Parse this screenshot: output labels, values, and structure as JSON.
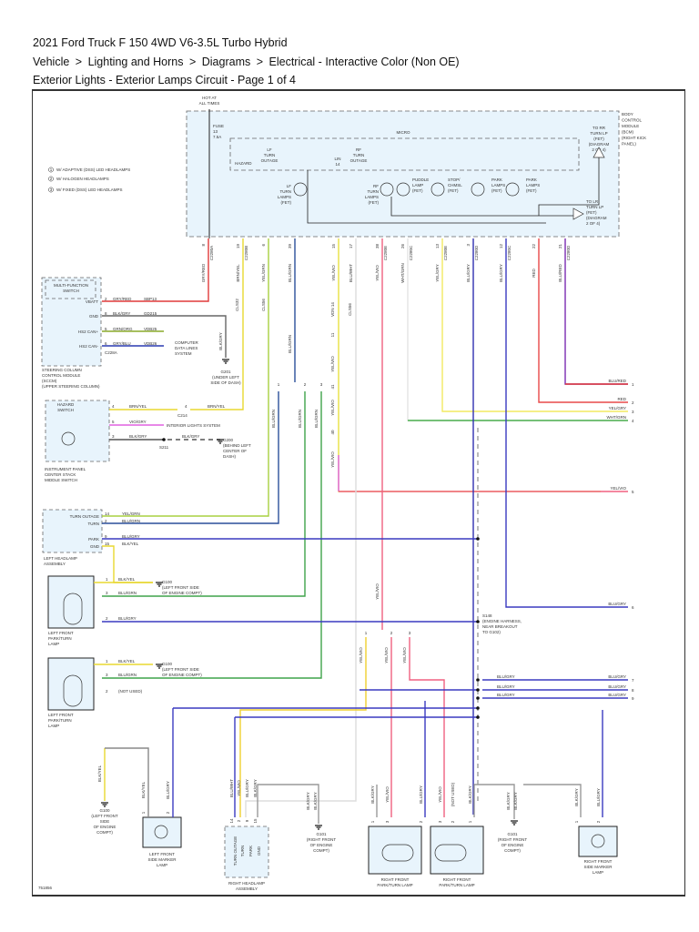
{
  "header": {
    "title": "2021 Ford Truck F 150 4WD V6-3.5L Turbo Hybrid",
    "breadcrumb": [
      "Vehicle",
      "Lighting and Horns",
      "Diagrams",
      "Electrical - Interactive Color (Non OE)"
    ],
    "page_title": "Exterior Lights - Exterior Lamps Circuit - Page 1 of 4"
  },
  "diagram": {
    "power": {
      "hot": "HOT AT",
      "hot2": "ALL TIMES",
      "fuse": "FUSE",
      "fuse_num": "13",
      "fuse_amp": "7.5A"
    },
    "bcm": {
      "label": [
        "BODY",
        "CONTROL",
        "MODULE",
        "(BCM)",
        "(RIGHT KICK",
        "PANEL)"
      ],
      "micro": "MICRO",
      "hazard": "HAZARD",
      "lf_outage": [
        "LF",
        "TURN",
        "OUTAGE"
      ],
      "lin": [
        "LIN",
        "14"
      ],
      "rf_outage": [
        "RF",
        "TURN",
        "OUTAGE"
      ],
      "lf_fet": [
        "LF",
        "TURN",
        "LAMPS",
        "(FET)"
      ],
      "rf_fet": [
        "RF",
        "TURN",
        "LAMPS",
        "(FET)"
      ],
      "puddle": [
        "PUDDLE",
        "LAMP",
        "(FET)"
      ],
      "stop": [
        "STOP/",
        "CHMSL",
        "(FET)"
      ],
      "park1": [
        "PARK",
        "LAMPS",
        "(FET)"
      ],
      "park2": [
        "PARK",
        "LAMPS",
        "(FET)"
      ],
      "to_rr": [
        "TO RR",
        "TURN LP",
        "(FET)",
        "(DIAGRAM",
        "2 OF 4)"
      ],
      "to_lr": [
        "TO LR",
        "TURN LP",
        "(FET)",
        "(DIAGRAM",
        "2 OF 4)"
      ],
      "ref_a": "A",
      "ref_b": "B"
    },
    "legend": [
      {
        "num": "1",
        "text": "W/ ADAPTIVE (DSS) LED HEADLAMPS"
      },
      {
        "num": "2",
        "text": "W/ HALOGEN HEADLAMPS"
      },
      {
        "num": "3",
        "text": "W/ FIXED (DSS) LED HEADLAMPS"
      }
    ],
    "bcm_pins": [
      {
        "pin": "8",
        "conn": "C2280A",
        "wire": "GRY/RED",
        "color": "#e03a3a"
      },
      {
        "pin": "19",
        "conn": "C2280B",
        "wire": "BRN/YEL",
        "color": "#e8d830"
      },
      {
        "pin": "6",
        "conn": "",
        "wire": "YEL/GRN",
        "color": "#a8d040"
      },
      {
        "pin": "39",
        "conn": "",
        "wire": "BLU/GRN",
        "color": "#2a4f9a"
      },
      {
        "pin": "15",
        "conn": "",
        "wire": "YEL/VIO",
        "color": "#f2ea60"
      },
      {
        "pin": "17",
        "conn": "",
        "wire": "BLU/WHT",
        "color": "#dddddd"
      },
      {
        "pin": "38",
        "conn": "C2280E",
        "wire": "YEL/VIO",
        "color": "#f06080"
      },
      {
        "pin": "26",
        "conn": "C2280C",
        "wire": "WHT/GRN",
        "color": "#e4e4e4"
      },
      {
        "pin": "13",
        "conn": "C2280E",
        "wire": "YEL/GRY",
        "color": "#f2ea60"
      },
      {
        "pin": "3",
        "conn": "C2280D",
        "wire": "BLU/GRY",
        "color": "#3030b0"
      },
      {
        "pin": "12",
        "conn": "C2280C",
        "wire": "BLU/GRY",
        "color": "#3a3ac0"
      },
      {
        "pin": "22",
        "conn": "",
        "wire": "RED",
        "color": "#e84848"
      },
      {
        "pin": "21",
        "conn": "C2280D",
        "wire": "BLU/RED",
        "color": "#7a2ab0"
      }
    ],
    "circuits": {
      "cls32": "CLS32",
      "cls56a": "CLS56",
      "vdn14": "VDN 14",
      "cls56b": "CLS56",
      "c11": "11",
      "c41": "41",
      "c40": "40"
    },
    "sccm": {
      "mfs": [
        "MULTI-FUNCTION",
        "SWITCH"
      ],
      "pins": [
        {
          "name": "VBATT",
          "pin": "2",
          "wire": "GRY/RED",
          "circuit": "SBP13"
        },
        {
          "name": "GND",
          "pin": "8",
          "wire": "BLK/GRY",
          "circuit": "GD215"
        },
        {
          "name": "HS2 CAN+",
          "pin": "5",
          "wire": "GRN/ORG",
          "circuit": "VDB25"
        },
        {
          "name": "HS2 CAN-",
          "pin": "6",
          "wire": "GRY/BLU",
          "circuit": "VDB26"
        }
      ],
      "conn": "C228A",
      "label": [
        "STEERING COLUMN",
        "CONTROL MODULE",
        "(SCCM)",
        "(UPPER STEERING COLUMN)"
      ],
      "cdl": [
        "COMPUTER",
        "DATA LINES",
        "SYSTEM"
      ],
      "g201": [
        "G201",
        "(UNDER LEFT",
        "SIDE OF DASH)"
      ],
      "g201_wire": "BLK/GRY"
    },
    "hazard": {
      "title": [
        "HAZARD",
        "SWITCH"
      ],
      "pins": [
        {
          "pin": "4",
          "wire": "BRN/YEL"
        },
        {
          "pin": "5",
          "wire": "VIO/GRY"
        },
        {
          "pin": "3",
          "wire": "BLK/GRY"
        }
      ],
      "c214_pin": "4",
      "c214": "C214",
      "c214_wire": "BRN/YEL",
      "interior": "INTERIOR LIGHTS SYSTEM",
      "s211": "S211",
      "g200_wire": "BLK/GRY",
      "g200": [
        "G200",
        "(BEHIND LEFT",
        "CENTER OF",
        "DASH)"
      ],
      "label": [
        "INSTRUMENT PANEL",
        "CENTER STACK",
        "MIDDLE SWITCH"
      ]
    },
    "left_headlamp": {
      "pins": [
        {
          "name": "TURN OUTAGE",
          "pin": "14",
          "wire": "YEL/GRN"
        },
        {
          "name": "TURN",
          "pin": "2",
          "wire": "BLU/GRN"
        },
        {
          "name": "PARK",
          "pin": "9",
          "wire": "BLU/GRY"
        },
        {
          "name": "GND",
          "pin": "15",
          "wire": "BLK/YEL"
        }
      ],
      "label": [
        "LEFT HEADLAMP",
        "ASSEMBLY"
      ]
    },
    "lf_lamp1": {
      "pins": [
        {
          "pin": "1",
          "wire": "BLK/YEL"
        },
        {
          "pin": "3",
          "wire": "BLU/GRN"
        },
        {
          "pin": "2",
          "wire": "BLU/GRY"
        }
      ],
      "g100": [
        "G100",
        "(LEFT FRONT SIDE",
        "OF ENGINE COMPT)"
      ],
      "label": [
        "LEFT FRONT",
        "PARK/TURN",
        "LAMP"
      ]
    },
    "lf_lamp2": {
      "pins": [
        {
          "pin": "1",
          "wire": "BLK/YEL"
        },
        {
          "pin": "3",
          "wire": "BLU/GRN"
        },
        {
          "pin": "2",
          "wire": "(NOT USED)"
        }
      ],
      "g100": [
        "G100",
        "(LEFT FRONT SIDE",
        "OF ENGINE COMPT)"
      ],
      "label": [
        "LEFT FRONT",
        "PARK/TURN",
        "LAMP"
      ]
    },
    "blugrn": "BLU/GRN",
    "yelvio": "YEL/VIO",
    "s148": [
      "S148",
      "(ENGINE HARNESS,",
      "NEAR BREAKOUT",
      "TO G102)"
    ],
    "right_edge": [
      {
        "num": "1",
        "wire": "BLU/RED"
      },
      {
        "num": "2",
        "wire": "RED"
      },
      {
        "num": "3",
        "wire": "YEL/GRY"
      },
      {
        "num": "4",
        "wire": "WHT/GRN"
      },
      {
        "num": "5",
        "wire": "YEL/VIO"
      },
      {
        "num": "6",
        "wire": "BLU/GRY"
      },
      {
        "num": "7",
        "wire": "BLU/GRY"
      },
      {
        "num": "8",
        "wire": "BLU/GRY"
      },
      {
        "num": "9",
        "wire": "BLU/GRY"
      }
    ],
    "mid_blugry": [
      "BLU/GRY",
      "BLU/GRY",
      "BLU/GRY"
    ],
    "lf_marker": {
      "g100_wire": "BLK/YEL",
      "g100": [
        "G100",
        "(LEFT FRONT",
        "SIDE",
        "OF ENGINE",
        "COMPT)"
      ],
      "pins": [
        {
          "pin": "1",
          "wire": "BLK/YEL"
        },
        {
          "pin": "2",
          "wire": "BLU/GRY"
        }
      ],
      "label": [
        "LEFT FRONT",
        "SIDE MARKER",
        "LAMP"
      ]
    },
    "right_headlamp": {
      "pins": [
        {
          "name": "TURN OUTAGE",
          "pin": "14",
          "wire": "BLU/WHT"
        },
        {
          "name": "TURN",
          "pin": "2",
          "wire": "YEL/VIO"
        },
        {
          "name": "PARK",
          "pin": "9",
          "wire": "BLU/GRY"
        },
        {
          "name": "GND",
          "pin": "15",
          "wire": "BLK/GRY"
        }
      ],
      "label": [
        "RIGHT HEADLAMP",
        "ASSEMBLY"
      ]
    },
    "g101a": {
      "wires": [
        "BLK/GRY",
        "BLK/GRY"
      ],
      "label": [
        "G101",
        "(RIGHT FRONT",
        "OF ENGINE",
        "COMPT)"
      ]
    },
    "rf_lamp1": {
      "pins": [
        {
          "pin": "1",
          "wire": "BLK/GRY"
        },
        {
          "pin": "3",
          "wire": "YEL/VIO"
        },
        {
          "pin": "2",
          "wire": "BLU/GRY"
        }
      ],
      "label": [
        "RIGHT FRONT",
        "PARK/TURN LAMP"
      ]
    },
    "rf_lamp2": {
      "pins": [
        {
          "pin": "3",
          "wire": "YEL/VIO"
        },
        {
          "pin": "2",
          "wire": "(NOT USED)"
        },
        {
          "pin": "1",
          "wire": "BLK/GRY"
        }
      ],
      "label": [
        "RIGHT FRONT",
        "PARK/TURN LAMP"
      ]
    },
    "g101b": {
      "wires": [
        "BLK/GRY",
        "BLK/GRY"
      ],
      "label": [
        "G101",
        "(RIGHT FRONT",
        "OF ENGINE",
        "COMPT)"
      ]
    },
    "rf_marker": {
      "pins": [
        {
          "pin": "1",
          "wire": "BLK/GRY"
        },
        {
          "pin": "2",
          "wire": "BLU/GRY"
        }
      ],
      "label": [
        "RIGHT FRONT",
        "SIDE MARKER",
        "LAMP"
      ]
    },
    "option_marks": [
      "1",
      "2",
      "3"
    ],
    "doc_id": "751856"
  }
}
